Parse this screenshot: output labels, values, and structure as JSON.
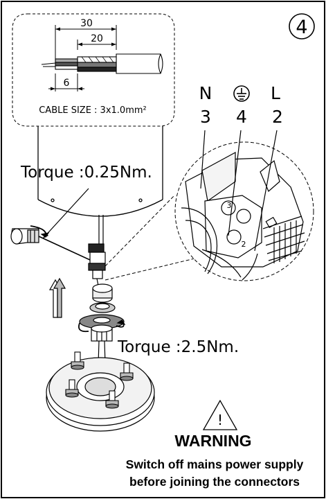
{
  "step": {
    "number": "4"
  },
  "cable_detail": {
    "dim_outer": "30",
    "dim_inner": "20",
    "dim_strip": "6",
    "cable_size": "CABLE SIZE : 3x1.0mm²"
  },
  "terminals": {
    "neutral": {
      "symbol": "N",
      "number": "3"
    },
    "earth": {
      "symbol": "earth-ground-icon",
      "number": "4"
    },
    "live": {
      "symbol": "L",
      "number": "2"
    }
  },
  "torques": {
    "screw": "Torque :0.25Nm.",
    "gland": "Torque :2.5Nm."
  },
  "warning": {
    "icon": "warning-triangle-icon",
    "mark": "!",
    "title": "WARNING",
    "line1": "Switch off mains power supply",
    "line2": "before joining the connectors"
  }
}
